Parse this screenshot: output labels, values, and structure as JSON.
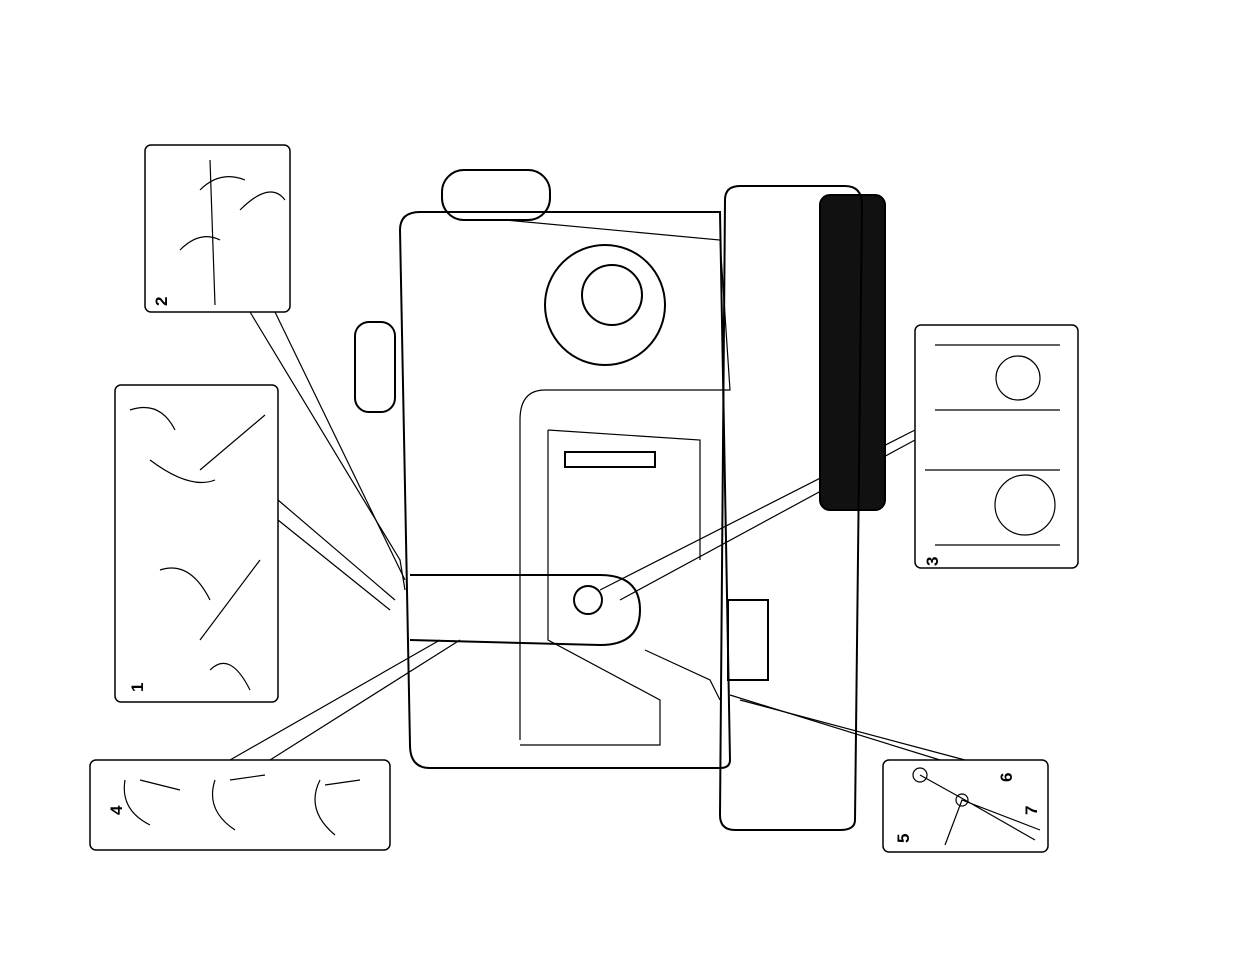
{
  "diagram": {
    "subject": "sewing-machine-threading",
    "steps": [
      {
        "number": "1"
      },
      {
        "number": "2"
      },
      {
        "number": "3"
      },
      {
        "number": "4"
      },
      {
        "number": "5"
      },
      {
        "number": "6"
      },
      {
        "number": "7"
      }
    ],
    "colors": {
      "ink": "#000000",
      "paper": "#ffffff"
    }
  }
}
